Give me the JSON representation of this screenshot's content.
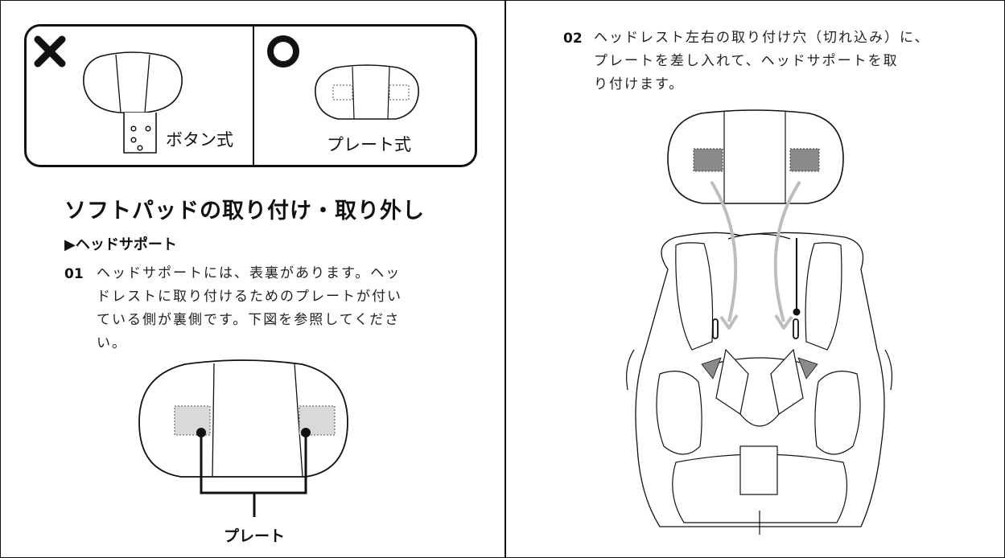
{
  "comparison": {
    "bad_mark": "×",
    "bad_label": "ボタン式",
    "good_mark": "○",
    "good_label": "プレート式"
  },
  "section_title": "ソフトパッドの取り付け・取り外し",
  "sub_heading": "▶ヘッドサポート",
  "step1": {
    "number": "01",
    "lines": [
      "ヘッドサポートには、表裏があります。ヘッ",
      "ドレストに取り付けるためのプレートが付い",
      "ている側が裏側です。下図を参照してくださ",
      "い。"
    ]
  },
  "plate_label": "プレート",
  "step2": {
    "number": "02",
    "lines": [
      "ヘッドレスト左右の取り付け穴（切れ込み）に、",
      "プレートを差し入れて、ヘッドサポートを取",
      "り付けます。"
    ]
  },
  "colors": {
    "line": "#111111",
    "plate_light": "#d9d9d9",
    "plate_dark": "#8a8a8a",
    "arrow": "#bdbdbd"
  }
}
